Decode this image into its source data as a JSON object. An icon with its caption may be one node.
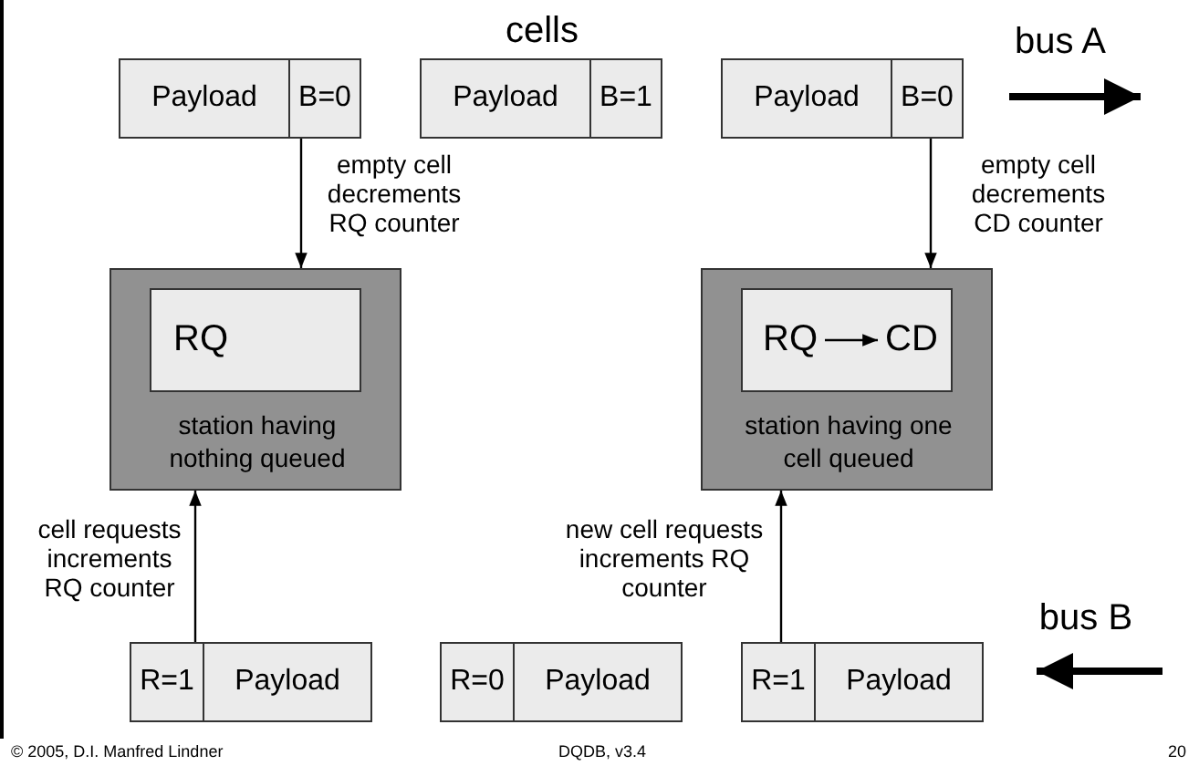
{
  "diagram": {
    "nodes": [
      {
        "text": [
          "Payload",
          "B=0"
        ]
      },
      {
        "text": [
          "Payload",
          "B=1"
        ]
      },
      {
        "text": [
          "Payload",
          "B=0"
        ]
      },
      {
        "text": [
          "station having nothing queued"
        ]
      },
      {
        "text": [
          "RQ"
        ],
        "in": 3
      },
      {
        "text": [
          "station having one cell queued"
        ]
      },
      {
        "text": [],
        "shape": "box",
        "in": 5
      },
      {
        "text": [
          "RQ"
        ],
        "in": 6
      },
      {
        "text": [
          "CD"
        ],
        "in": 6
      },
      {
        "text": [
          "R=1",
          "Payload"
        ]
      },
      {
        "text": [
          "R=0",
          "Payload"
        ]
      },
      {
        "text": [
          "R=1",
          "Payload"
        ]
      }
    ],
    "edges": [
      {
        "from": 0,
        "to": 3,
        "arrow": "to",
        "label": "empty cell decrements RQ counter"
      },
      {
        "from": 2,
        "to": 5,
        "arrow": "to",
        "label": "empty cell decrements CD counter"
      },
      {
        "from": 9,
        "to": 3,
        "arrow": "to",
        "label": "cell requests increments RQ counter"
      },
      {
        "from": 11,
        "to": 5,
        "arrow": "to",
        "label": "new cell requests increments RQ counter"
      },
      {
        "from": 7,
        "to": 8,
        "arrow": "to"
      }
    ],
    "labels": [
      "cells",
      "bus A",
      "bus B",
      "© 2005, D.I. Manfred Lindner",
      "DQDB, v3.4",
      "20"
    ]
  }
}
